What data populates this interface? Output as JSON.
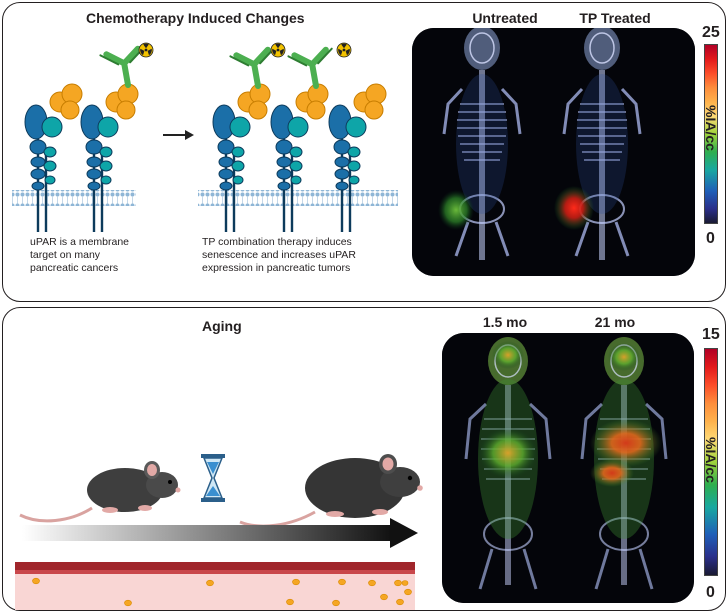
{
  "top_panel": {
    "title": "Chemotherapy Induced Changes",
    "caption_left": "uPAR is a membrane target on many pancreatic cancers",
    "caption_right": "TP combination therapy induces senescence and increases uPAR expression in pancreatic tumors",
    "pet_labels": [
      "Untreated",
      "TP Treated"
    ],
    "scale_max": "25",
    "scale_min": "0",
    "scale_unit": "%IA/cc"
  },
  "bottom_panel": {
    "title": "Aging",
    "pet_labels": [
      "1.5 mo",
      "21 mo"
    ],
    "scale_max": "15",
    "scale_min": "0",
    "scale_unit": "%IA/cc"
  },
  "colors": {
    "antibody": "#4caf50",
    "uPAR_domain_orange": "#f5a623",
    "uPAR_domain_blue": "#1b6fa8",
    "uPAR_domain_teal": "#0ea5a8",
    "membrane": "#8fb6d6",
    "vessel_wall": "#a0262b",
    "vessel_lumen": "#f9d6d4",
    "particle": "#f5a623"
  },
  "icons": [
    "radiation-icon",
    "hourglass-icon",
    "mouse-young-icon",
    "mouse-old-icon",
    "arrow-right-icon"
  ]
}
